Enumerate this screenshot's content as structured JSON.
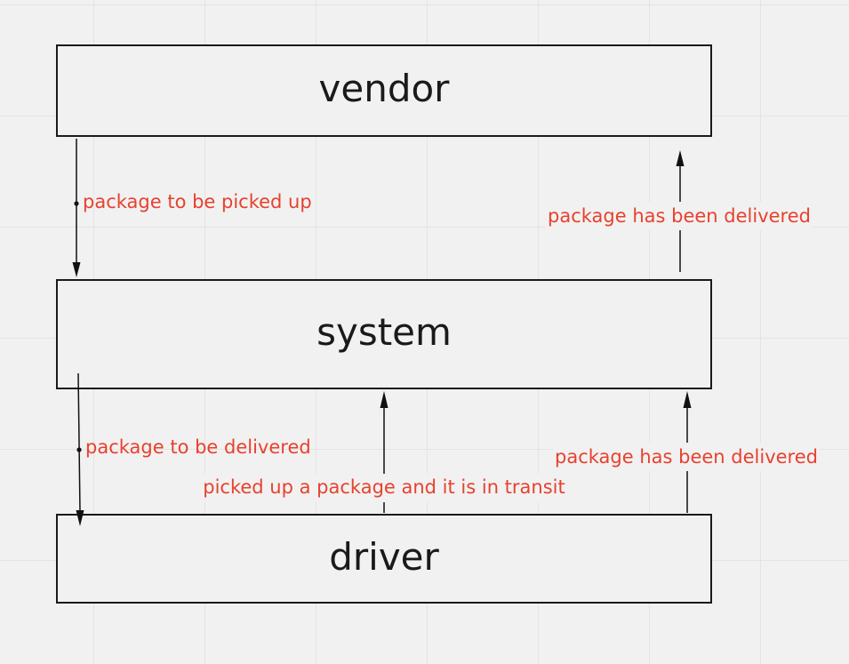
{
  "nodes": {
    "vendor": {
      "label": "vendor"
    },
    "system": {
      "label": "system"
    },
    "driver": {
      "label": "driver"
    }
  },
  "edges": {
    "vendor_to_system": {
      "label": "package to be picked up"
    },
    "system_to_vendor": {
      "label": "package has been delivered"
    },
    "system_to_driver": {
      "label": "package to be delivered"
    },
    "driver_to_system_transit": {
      "label": "picked up a package and it is in transit"
    },
    "driver_to_system_delivered": {
      "label": "package has been delivered"
    }
  },
  "colors": {
    "background": "#f1f1f1",
    "box_stroke": "#1a1a1a",
    "arrow": "#111111",
    "edge_label": "#e8412e"
  }
}
